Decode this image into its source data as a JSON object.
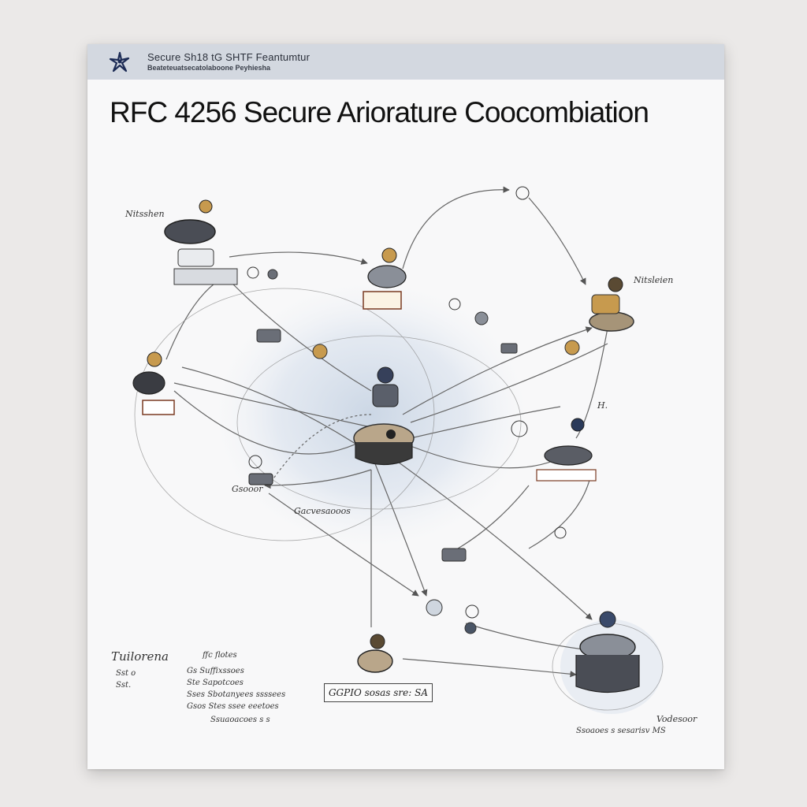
{
  "header": {
    "logo_icon": "star-figure-icon",
    "title": "Secure Sh18 tG SHTF Feantumtur",
    "subtitle": "Beateteuatsecatolaboone Peyhiesha"
  },
  "document": {
    "title": "RFC 4256 Secure Ariorature Coocombiation"
  },
  "diagram": {
    "labels": {
      "top_left_node": "Nitsshen",
      "top_right_node": "Nitsleien",
      "right_edge": "H.",
      "left_under_caption": "Gacvesaooos",
      "left_node_caption": "Gsooor",
      "bottom_right_node": "Vodesoor"
    },
    "hub_color": "#dfe6ef",
    "node_accent": "#c79a4e",
    "ink_color": "#333333"
  },
  "notes": {
    "left_heading": "Tuilorena",
    "left_column": [
      "Sst    o",
      "Sst."
    ],
    "middle_heading": "ffc flotes",
    "middle_rows": [
      "Gs  Suffixssoes",
      "Ste  Sapotcoes",
      "Sses  Sbotanyees  ssssees",
      "Gsos  Stes  ssee  eeetoes"
    ],
    "middle_footer": "Ssuaoacoes  s   s"
  },
  "caption": {
    "text": "GGPIO sosas sre: SA"
  },
  "footer": {
    "note": "Ssoaoes   s   sesarisv MS"
  }
}
